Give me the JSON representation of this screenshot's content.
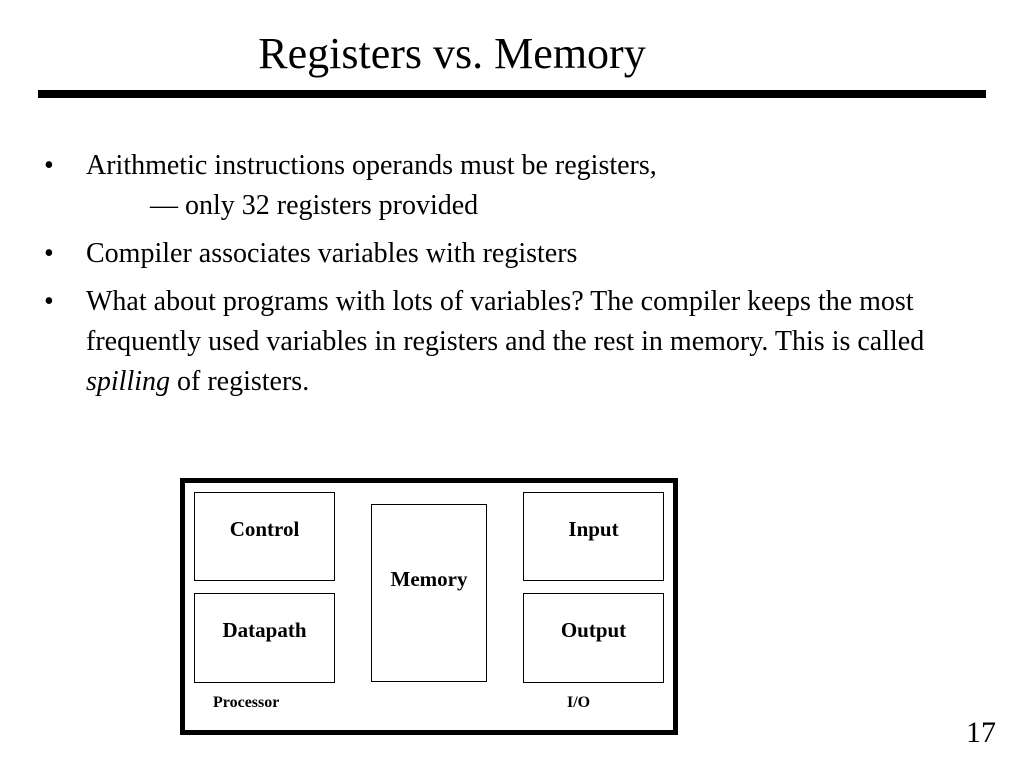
{
  "slide": {
    "title": "Registers vs. Memory",
    "page_number": "17",
    "bullets": [
      {
        "marker": "•",
        "text": "Arithmetic instructions operands must be registers,",
        "sub": "— only 32 registers provided"
      },
      {
        "marker": "•",
        "text": "Compiler associates variables with registers"
      },
      {
        "marker": "•",
        "text_before": "What about programs with lots of variables? The compiler keeps the most frequently used variables in registers and the rest in memory. This is called ",
        "emphasis": "spilling",
        "text_after": " of registers."
      }
    ]
  },
  "diagram": {
    "control": "Control",
    "datapath": "Datapath",
    "memory": "Memory",
    "input": "Input",
    "output": "Output",
    "processor_label": "Processor",
    "io_label": "I/O"
  }
}
